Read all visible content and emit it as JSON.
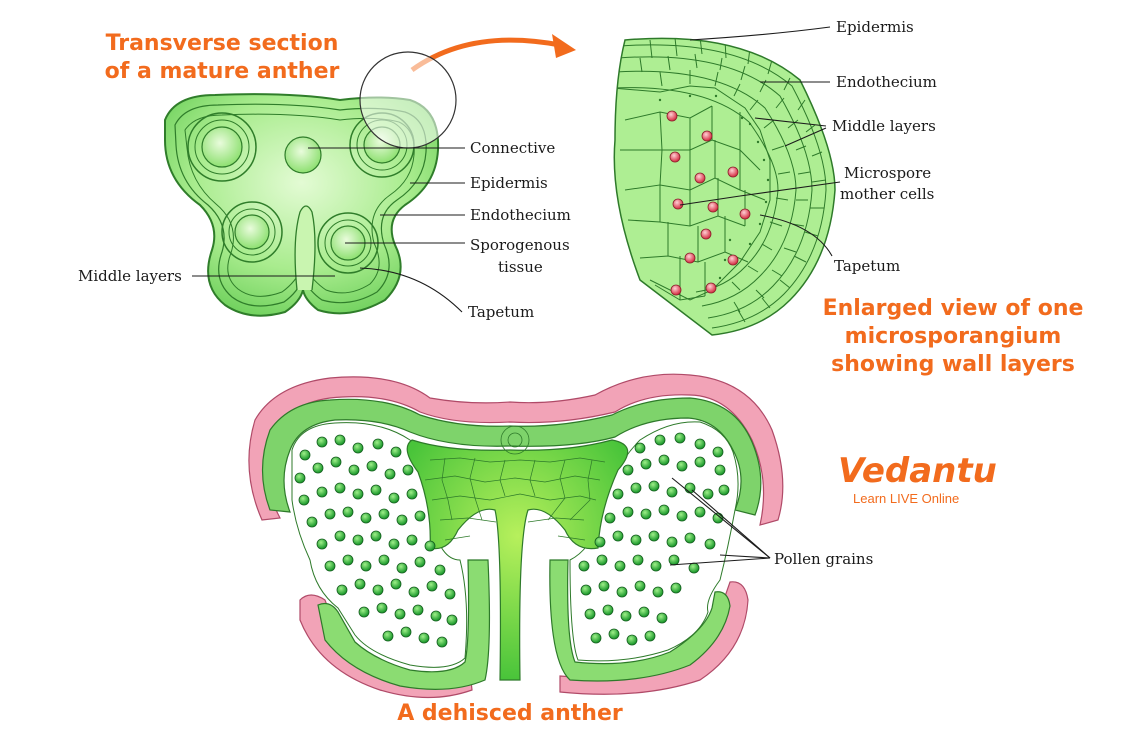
{
  "captions": {
    "ts_line1": "Transverse section",
    "ts_line2": "of a mature anther",
    "enlarged_line1": "Enlarged view of one",
    "enlarged_line2": "microsporangium",
    "enlarged_line3": "showing wall layers",
    "dehisced": "A dehisced anther"
  },
  "ts_labels": {
    "connective": "Connective",
    "epidermis": "Epidermis",
    "endothecium": "Endothecium",
    "sporogenous_1": "Sporogenous",
    "sporogenous_2": "tissue",
    "middle_layers": "Middle layers",
    "tapetum": "Tapetum"
  },
  "enlarged_labels": {
    "epidermis": "Epidermis",
    "endothecium": "Endothecium",
    "middle_layers": "Middle layers",
    "microspore_1": "Microspore",
    "microspore_2": "mother cells",
    "tapetum": "Tapetum"
  },
  "dehisced_labels": {
    "pollen": "Pollen grains"
  },
  "logo": {
    "name": "Vedantu",
    "tagline": "Learn LIVE Online"
  },
  "colors": {
    "caption": "#f26b1d",
    "tissue_light": "#c9f5b0",
    "tissue_mid": "#8fe07a",
    "tissue_dark": "#3aa83a",
    "epidermis_pink": "#f2a3b7",
    "spore_red": "#e5555e"
  }
}
